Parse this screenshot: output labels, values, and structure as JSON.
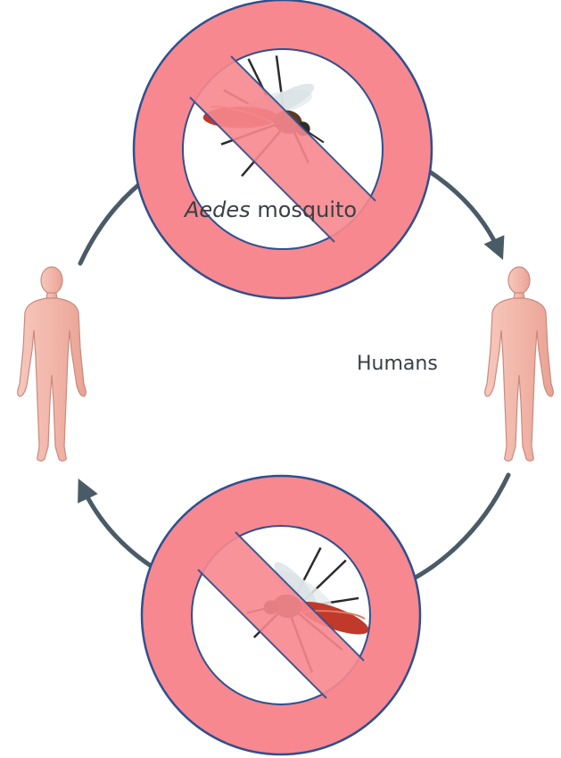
{
  "labels": {
    "mosquito_genus": "Aedes",
    "mosquito_word": "mosquito",
    "humans": "Humans"
  },
  "icons": {
    "prohibition": "no-symbol-icon",
    "mosquito": "mosquito-icon",
    "human": "human-figure-icon",
    "arrow": "curved-arrow-icon"
  },
  "colors": {
    "prohibition_fill": "#f7888f",
    "prohibition_stroke": "#2f4f8f",
    "arrow": "#4a5b68",
    "skin": "#f2b9ad",
    "skin_outline": "#c98a7d",
    "mosquito_body": "#c0392b",
    "mosquito_thorax": "#5a3a22"
  }
}
